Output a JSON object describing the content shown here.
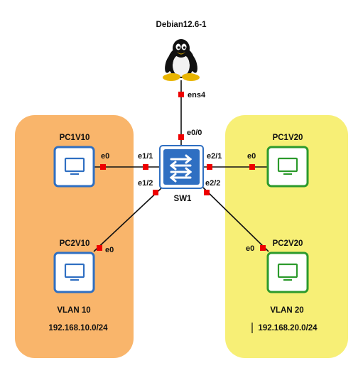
{
  "diagram": {
    "host": {
      "label": "Debian12.6-1",
      "port": "ens4"
    },
    "switch": {
      "label": "SW1",
      "ports": {
        "top": "e0/0",
        "left_upper": "e1/1",
        "left_lower": "e1/2",
        "right_upper": "e2/1",
        "right_lower": "e2/2"
      }
    },
    "vlan10": {
      "name": "VLAN 10",
      "subnet": "192.168.10.0/24",
      "color": "#f9b56b",
      "pcs": [
        {
          "label": "PC1V10",
          "port": "e0"
        },
        {
          "label": "PC2V10",
          "port": "e0"
        }
      ]
    },
    "vlan20": {
      "name": "VLAN 20",
      "subnet": "192.168.20.0/24",
      "color": "#f7ef76",
      "pcs": [
        {
          "label": "PC1V20",
          "port": "e0"
        },
        {
          "label": "PC2V20",
          "port": "e0"
        }
      ]
    },
    "colors": {
      "vlan10_pc": "#2f6fc2",
      "vlan20_pc": "#2c9a2c",
      "switch": "#2f6fc2",
      "port_marker": "#ee0000",
      "link": "#111111"
    }
  }
}
